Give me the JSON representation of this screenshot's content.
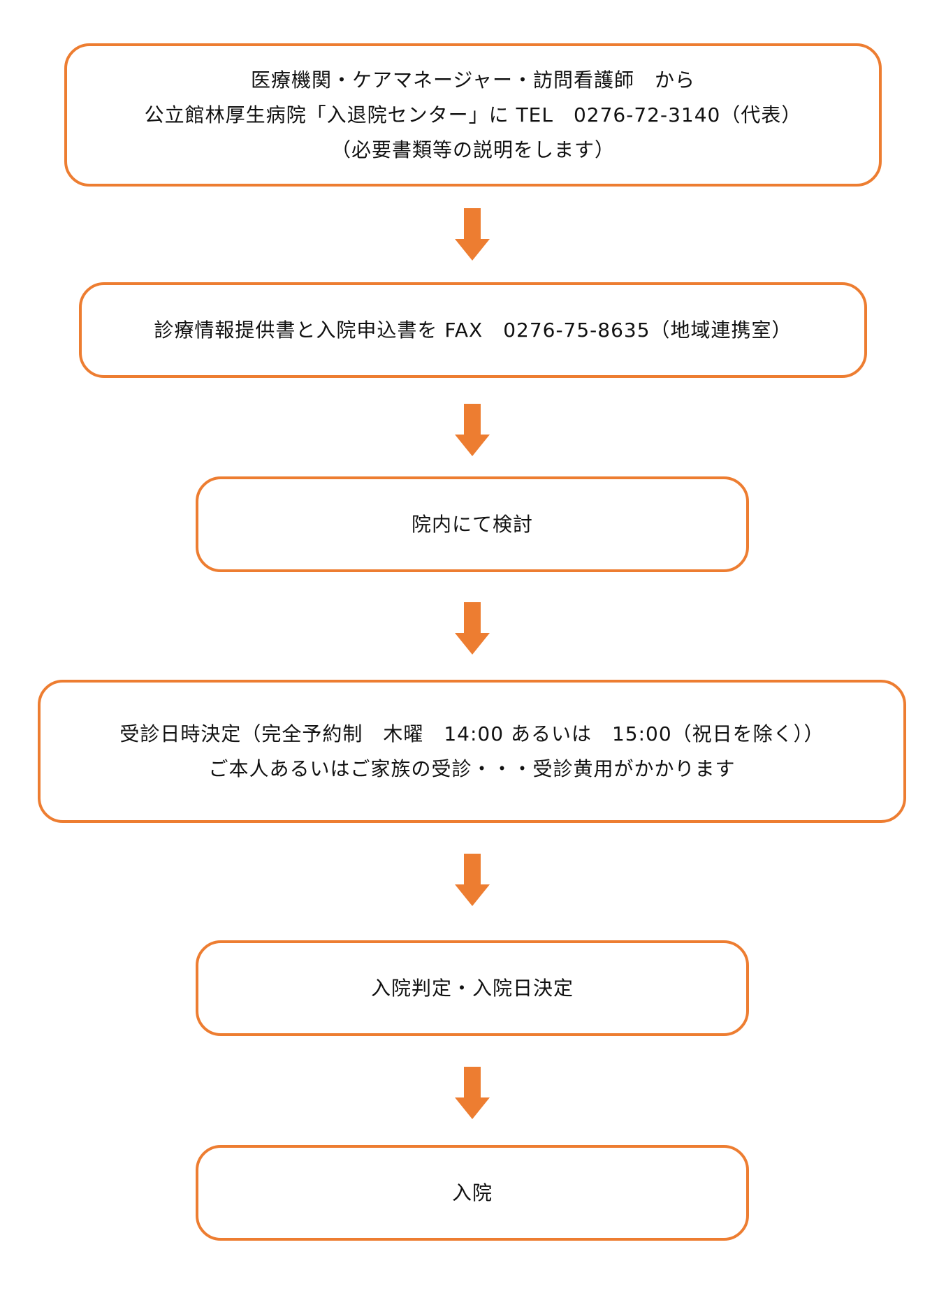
{
  "flow": {
    "step1": {
      "line1": "医療機関・ケアマネージャー・訪問看護師　から",
      "line2": "公立館林厚生病院「入退院センター」に TEL　0276-72-3140（代表）",
      "line3": "（必要書類等の説明をします）"
    },
    "step2": {
      "line1": "診療情報提供書と入院申込書を FAX　0276-75-8635（地域連携室）"
    },
    "step3": {
      "line1": "院内にて検討"
    },
    "step4": {
      "line1": "受診日時決定（完全予約制　木曜　14:00 あるいは　15:00（祝日を除く））",
      "line2": "ご本人あるいはご家族の受診・・・受診黄用がかかります"
    },
    "step5": {
      "line1": "入院判定・入院日決定"
    },
    "step6": {
      "line1": "入院"
    }
  },
  "colors": {
    "accent": "#ED7D31",
    "text": "#111111",
    "background": "#FFFFFF"
  },
  "icons": {
    "connector": "arrow-down-icon"
  }
}
